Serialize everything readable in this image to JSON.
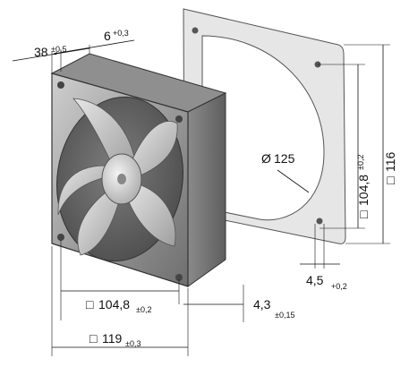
{
  "dimensions": {
    "depth": {
      "value": "38",
      "tol": "±0,5"
    },
    "flange": {
      "value": "6",
      "tol": "+0,3"
    },
    "diameter": {
      "symbol": "Ø",
      "value": "125"
    },
    "hole_spacing_vertical": {
      "symbol": "□",
      "value": "104,8",
      "tol": "±0,2"
    },
    "outer_vertical": {
      "symbol": "□",
      "value": "116"
    },
    "hole_diameter": {
      "value": "4,5",
      "tol": "+0,2"
    },
    "hole_spacing_horizontal": {
      "symbol": "□",
      "value": "104,8",
      "tol": "±0,2"
    },
    "hole_offset": {
      "value": "4,3",
      "tol": "±0,15"
    },
    "outer_horizontal": {
      "symbol": "□",
      "value": "119",
      "tol": "±0,3"
    }
  },
  "colors": {
    "frame": "#9a9a9a",
    "frame_dark": "#6e6e6e",
    "blade": "#b9b9b9",
    "hub": "#d9d9d9",
    "gasket": "#e4e4e4",
    "line": "#111111"
  }
}
